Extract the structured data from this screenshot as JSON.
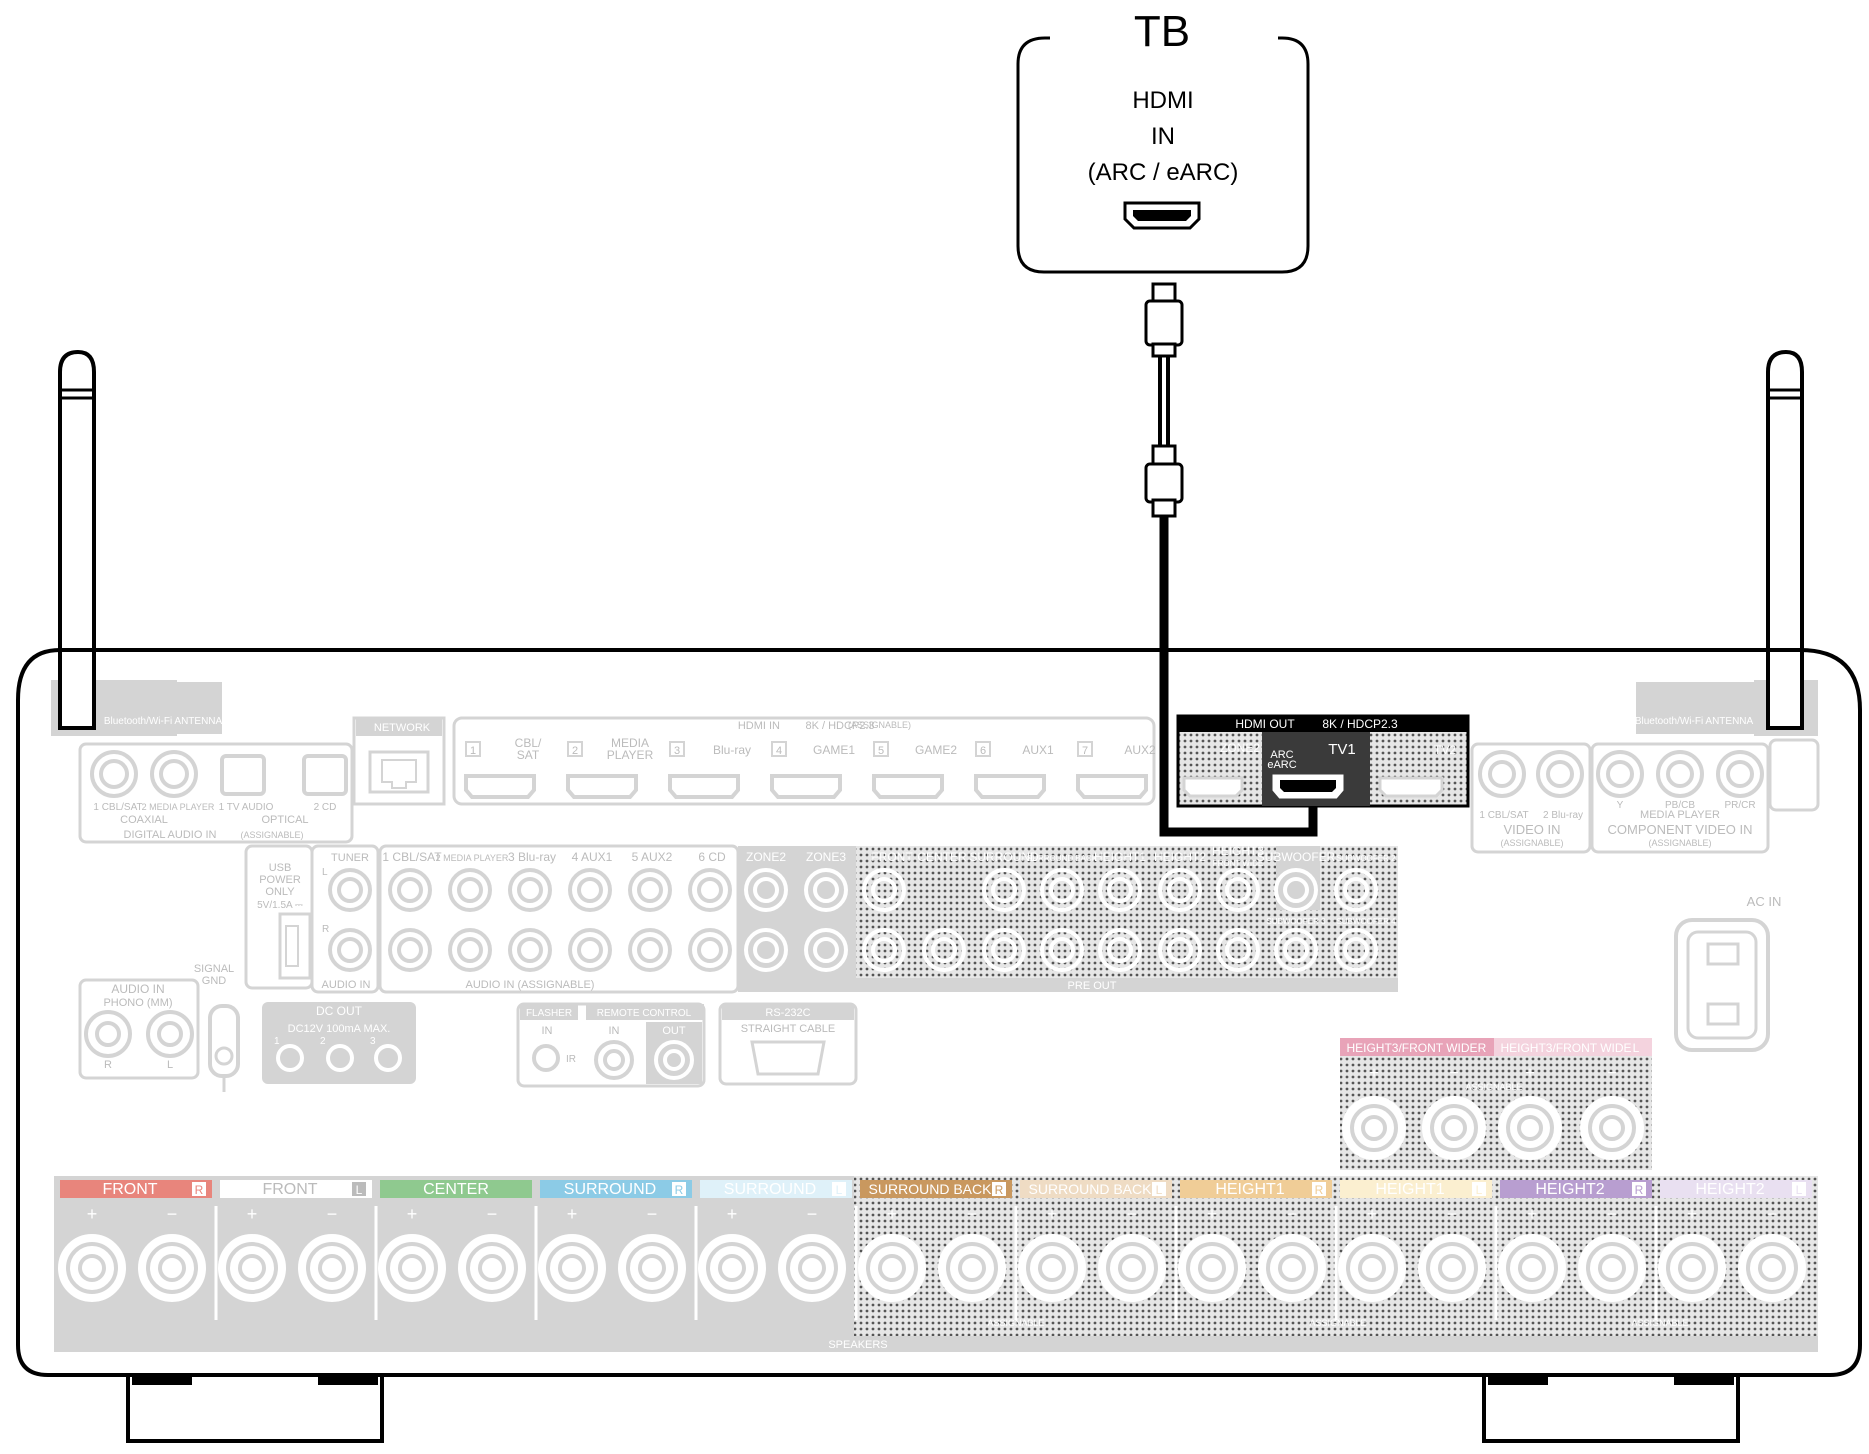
{
  "tv": {
    "title": "TB",
    "line1": "HDMI",
    "line2": "IN",
    "line3": "(ARC / eARC)"
  },
  "antenna_left": "Bluetooth/Wi-Fi ANTENNA",
  "antenna_right": "Bluetooth/Wi-Fi ANTENNA",
  "network": "NETWORK",
  "hdmi_in": {
    "title": "HDMI IN",
    "spec": "8K / HDCP2.3",
    "assignable": "(ASSIGNABLE)",
    "inputs": [
      {
        "num": "1",
        "label1": "CBL/",
        "label2": "SAT"
      },
      {
        "num": "2",
        "label1": "MEDIA",
        "label2": "PLAYER"
      },
      {
        "num": "3",
        "label1": "Blu-ray",
        "label2": ""
      },
      {
        "num": "4",
        "label1": "GAME1",
        "label2": ""
      },
      {
        "num": "5",
        "label1": "GAME2",
        "label2": ""
      },
      {
        "num": "6",
        "label1": "AUX1",
        "label2": ""
      },
      {
        "num": "7",
        "label1": "AUX2",
        "label2": ""
      }
    ]
  },
  "hdmi_out": {
    "title": "HDMI OUT",
    "spec": "8K / HDCP2.3",
    "zone2": "ZONE2",
    "arc1": "ARC",
    "arc2": "eARC",
    "tv1": "TV1",
    "tv2": "TV2"
  },
  "digital_audio": {
    "coax": [
      "1 CBL/SAT",
      "2 MEDIA PLAYER"
    ],
    "opt": [
      "1 TV AUDIO",
      "2 CD"
    ],
    "coax_title": "COAXIAL",
    "opt_title": "OPTICAL",
    "title": "DIGITAL AUDIO IN",
    "assignable": "(ASSIGNABLE)"
  },
  "usb": {
    "l1": "USB",
    "l2": "POWER",
    "l3": "ONLY",
    "l4": "5V/1.5A ⎓"
  },
  "tuner": {
    "title": "TUNER",
    "audio_in": "AUDIO IN",
    "l": "L",
    "r": "R"
  },
  "audio_in": {
    "labels": [
      "1 CBL/SAT",
      "2 MEDIA PLAYER",
      "3 Blu-ray",
      "4 AUX1",
      "5 AUX2",
      "6 CD"
    ],
    "title": "AUDIO IN (ASSIGNABLE)"
  },
  "pre_out": {
    "zone2": "ZONE2",
    "zone3": "ZONE3",
    "labels": [
      "FRONT",
      "CENTER",
      "SURROUND",
      "SURROUND BACK",
      "HEIGHT1",
      "HEIGHT2",
      "HEIGHT3",
      "FRONT WIDE",
      "SUBWOOFER",
      "SUBWOOFER 2"
    ],
    "sub3": "SUBWOOFER 3",
    "sub4": "SUBWOOFER 4",
    "title": "PRE OUT"
  },
  "video_in": {
    "labels": [
      "1 CBL/SAT",
      "2 Blu-ray"
    ],
    "title": "VIDEO IN",
    "assignable": "(ASSIGNABLE)"
  },
  "component": {
    "labels": [
      "Y",
      "PB/CB",
      "PR/CR"
    ],
    "sub": "MEDIA PLAYER",
    "title": "COMPONENT VIDEO IN",
    "assignable": "(ASSIGNABLE)"
  },
  "ac_in": "AC IN",
  "signal_gnd": {
    "l1": "SIGNAL",
    "l2": "GND"
  },
  "phono": {
    "title": "AUDIO IN",
    "sub": "PHONO (MM)",
    "r": "R",
    "l": "L"
  },
  "dc_out": {
    "title": "DC OUT",
    "spec": "DC12V 100mA MAX.",
    "nums": [
      "1",
      "2",
      "3"
    ]
  },
  "flasher": {
    "title": "FLASHER",
    "in": "IN",
    "ir": "IR"
  },
  "remote": {
    "title": "REMOTE CONTROL",
    "in": "IN",
    "out": "OUT"
  },
  "rs232c": {
    "title": "RS-232C",
    "sub": "STRAIGHT CABLE"
  },
  "height3": {
    "r": "HEIGHT3/FRONT WIDE",
    "l": "HEIGHT3/FRONT WIDE",
    "assignable": "ASSIGNABLE"
  },
  "speakers": {
    "groups": [
      {
        "name": "FRONT",
        "side": "R",
        "color": "#e8857c"
      },
      {
        "name": "FRONT",
        "side": "L",
        "color": "#ffffff"
      },
      {
        "name": "CENTER",
        "side": "",
        "color": "#8fc98f"
      },
      {
        "name": "SURROUND",
        "side": "R",
        "color": "#8ccbe6"
      },
      {
        "name": "SURROUND",
        "side": "L",
        "color": "#dff1f9"
      },
      {
        "name": "SURROUND BACK",
        "side": "R",
        "color": "#c9985f"
      },
      {
        "name": "SURROUND BACK",
        "side": "L",
        "color": "#efdcc4"
      },
      {
        "name": "HEIGHT1",
        "side": "R",
        "color": "#f0cd97"
      },
      {
        "name": "HEIGHT1",
        "side": "L",
        "color": "#fbefd0"
      },
      {
        "name": "HEIGHT2",
        "side": "R",
        "color": "#b89ed0"
      },
      {
        "name": "HEIGHT2",
        "side": "L",
        "color": "#e9e0f1"
      }
    ],
    "assignable": "ASSIGNABLE",
    "title": "SPEAKERS"
  },
  "colors": {
    "panel": "#d4d4d4",
    "outline": "#000000",
    "gray_text": "#ffffff",
    "hdmi_out_bg": "#3a3a3a"
  }
}
